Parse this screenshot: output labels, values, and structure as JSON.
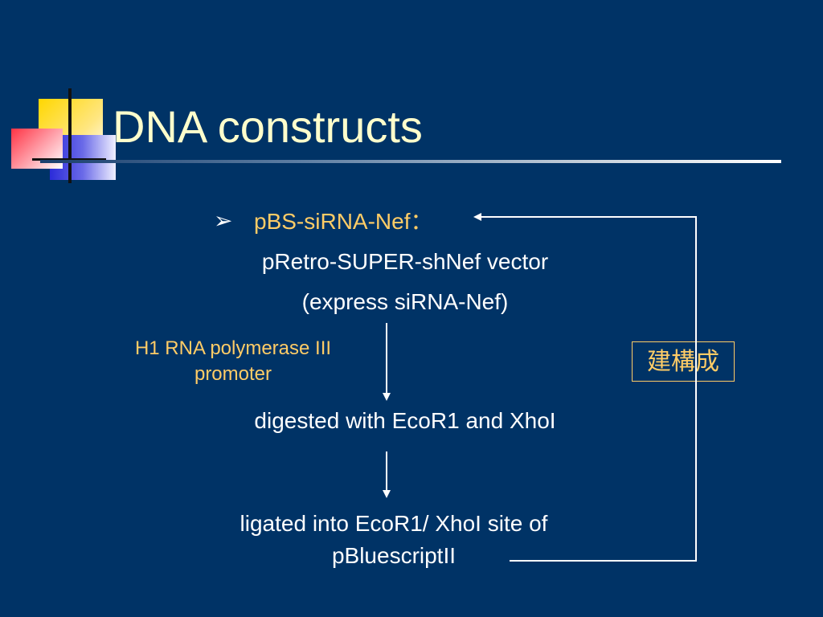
{
  "slide": {
    "title": "DNA constructs",
    "bullet": {
      "icon": "arrowhead-bullet-icon",
      "label": "pBS-siRNA-Nef："
    },
    "vector_line1": "pRetro-SUPER-shNef vector",
    "vector_line2": "(express siRNA-Nef)",
    "promoter_line1": "H1 RNA polymerase III",
    "promoter_line2": "promoter",
    "step_digest": "digested with EcoR1 and XhoI",
    "step_ligate_line1": "ligated into EcoR1/ XhoI site of",
    "step_ligate_line2": "pBluescriptII",
    "construct_label": "建構成"
  },
  "colors": {
    "background": "#003366",
    "title": "#ffffcc",
    "accent": "#ffcc66",
    "text": "#ffffff"
  }
}
